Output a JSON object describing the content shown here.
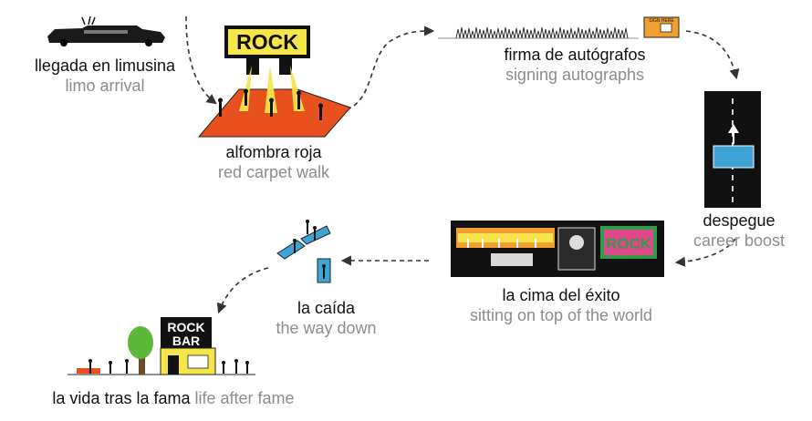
{
  "stages": [
    {
      "es": "llegada en limusina",
      "en": "limo arrival"
    },
    {
      "es": "alfombra roja",
      "en": "red carpet walk"
    },
    {
      "es": "firma de autógrafos",
      "en": "signing autographs"
    },
    {
      "es": "despegue",
      "en": "career boost"
    },
    {
      "es": "la cima del éxito",
      "en": "sitting on top of the world"
    },
    {
      "es": "la caída",
      "en": "the way down"
    },
    {
      "es": "la vida tras la fama",
      "en": "life after fame"
    }
  ],
  "signs": {
    "rock_stage": "ROCK",
    "stage_sign": "ROCK",
    "rock_bar_top": "ROCK",
    "rock_bar_bottom": "BAR",
    "autograph_sign": "SIGN HERE"
  },
  "colors": {
    "red_carpet": "#e8501e",
    "spotlight": "#f7e44a",
    "sign_yellow": "#f5e54a",
    "sky_blue": "#3ea4d6",
    "tree_green": "#5cb836",
    "stage_pink": "#e0488a",
    "stage_green": "#2f9c4a",
    "autograph_orange": "#f0a030",
    "flow_arrow": "#333333"
  }
}
